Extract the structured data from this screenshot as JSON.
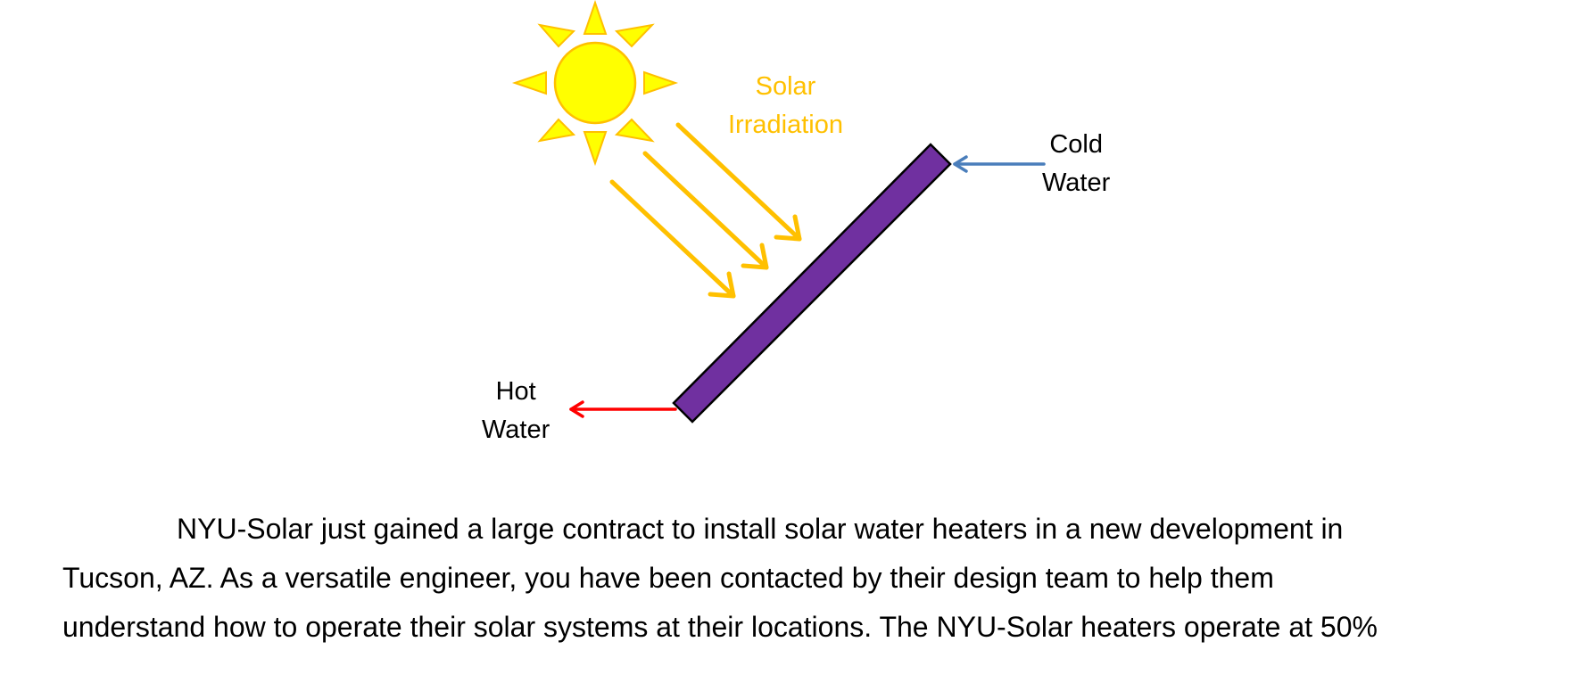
{
  "diagram": {
    "solar_irradiation": [
      "Solar",
      "Irradiation"
    ],
    "cold_water": [
      "Cold",
      "Water"
    ],
    "hot_water": [
      "Hot",
      "Water"
    ],
    "colors": {
      "sun": "#FFFF00",
      "sun_outline": "#FFC000",
      "irradiation_arrows": "#FFC000",
      "panel": "#7030A0",
      "cold_arrow": "#4A7EBB",
      "hot_arrow": "#FF0000"
    },
    "icons": [
      "sun-icon",
      "irradiation-arrow",
      "solar-panel",
      "cold-water-arrow",
      "hot-water-arrow"
    ]
  },
  "paragraph": {
    "lines": [
      "NYU-Solar just gained a large contract to install solar water heaters in a new development in",
      "Tucson, AZ. As a versatile engineer, you have been contacted by their design team to help them",
      "understand how to operate their solar systems at their locations. The NYU-Solar heaters operate at 50%"
    ]
  }
}
